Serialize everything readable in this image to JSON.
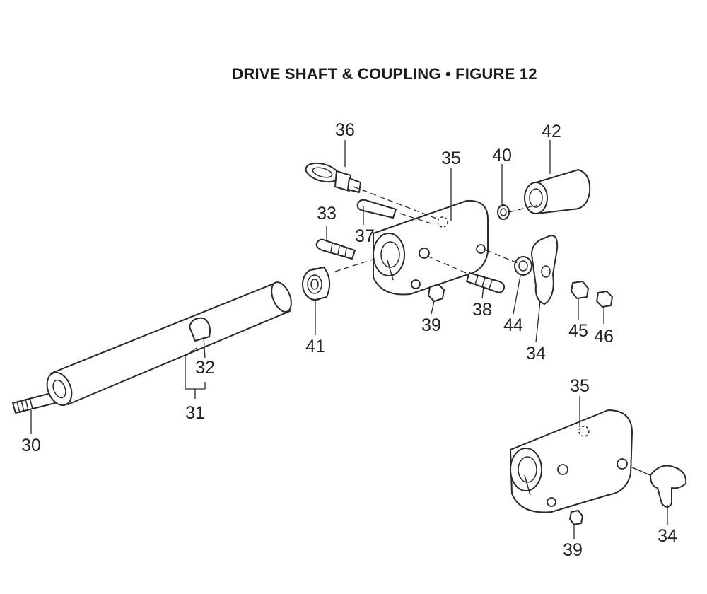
{
  "title": "DRIVE SHAFT & COUPLING  • FIGURE 12",
  "callouts": {
    "c30": "30",
    "c31": "31",
    "c32": "32",
    "c33": "33",
    "c34a": "34",
    "c34b": "34",
    "c35a": "35",
    "c35b": "35",
    "c36": "36",
    "c37": "37",
    "c38": "38",
    "c39a": "39",
    "c39b": "39",
    "c40": "40",
    "c41": "41",
    "c42": "42",
    "c44": "44",
    "c45": "45",
    "c46": "46"
  },
  "icons": {
    "drive_shaft": "drive-shaft-icon",
    "coupling_housing": "coupling-housing-icon",
    "eye_bolt": "eye-bolt-icon",
    "bearing": "bearing-icon",
    "sleeve": "sleeve-icon",
    "knob": "knob-icon",
    "set_screw": "set-screw-icon",
    "nut": "nut-icon",
    "washer": "washer-icon"
  }
}
